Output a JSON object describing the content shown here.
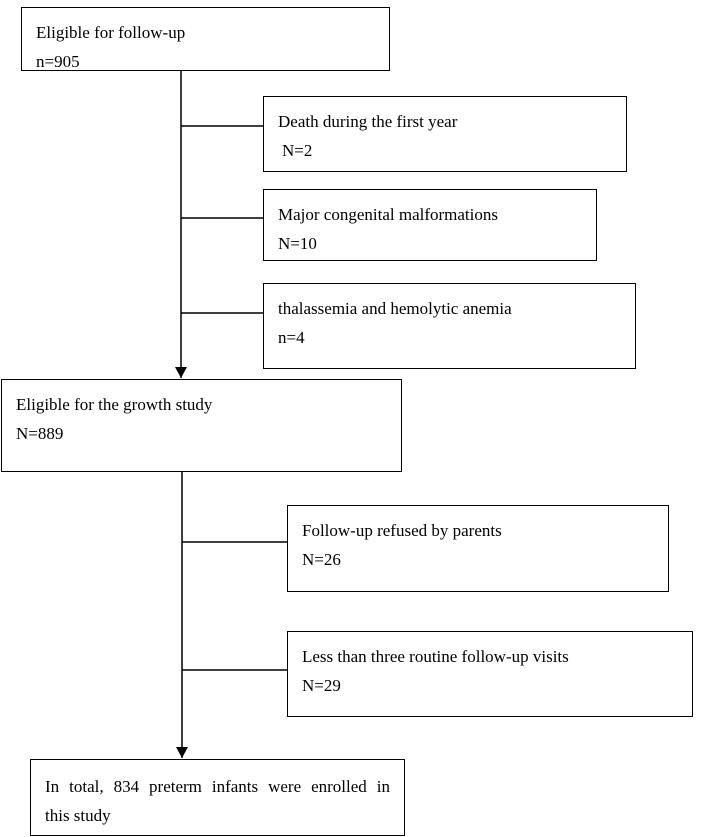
{
  "flowchart": {
    "start": {
      "label": "Eligible for follow-up",
      "count": "n=905"
    },
    "exclusions_first_year": [
      {
        "label": "Death during the first year",
        "count": "N=2"
      },
      {
        "label": "Major congenital malformations",
        "count": "N=10"
      },
      {
        "label": "thalassemia and hemolytic anemia",
        "count": "n=4"
      }
    ],
    "growth": {
      "label": "Eligible for the growth study",
      "count": "N=889"
    },
    "exclusions_growth": [
      {
        "label": "Follow-up refused by parents",
        "count": "N=26"
      },
      {
        "label": "Less than three routine follow-up visits",
        "count": "N=29"
      }
    ],
    "final": {
      "label_line1": "In total, 834 preterm infants were enrolled in",
      "label_line2": "this study"
    }
  },
  "colors": {
    "stroke": "#000000",
    "background": "#ffffff"
  }
}
